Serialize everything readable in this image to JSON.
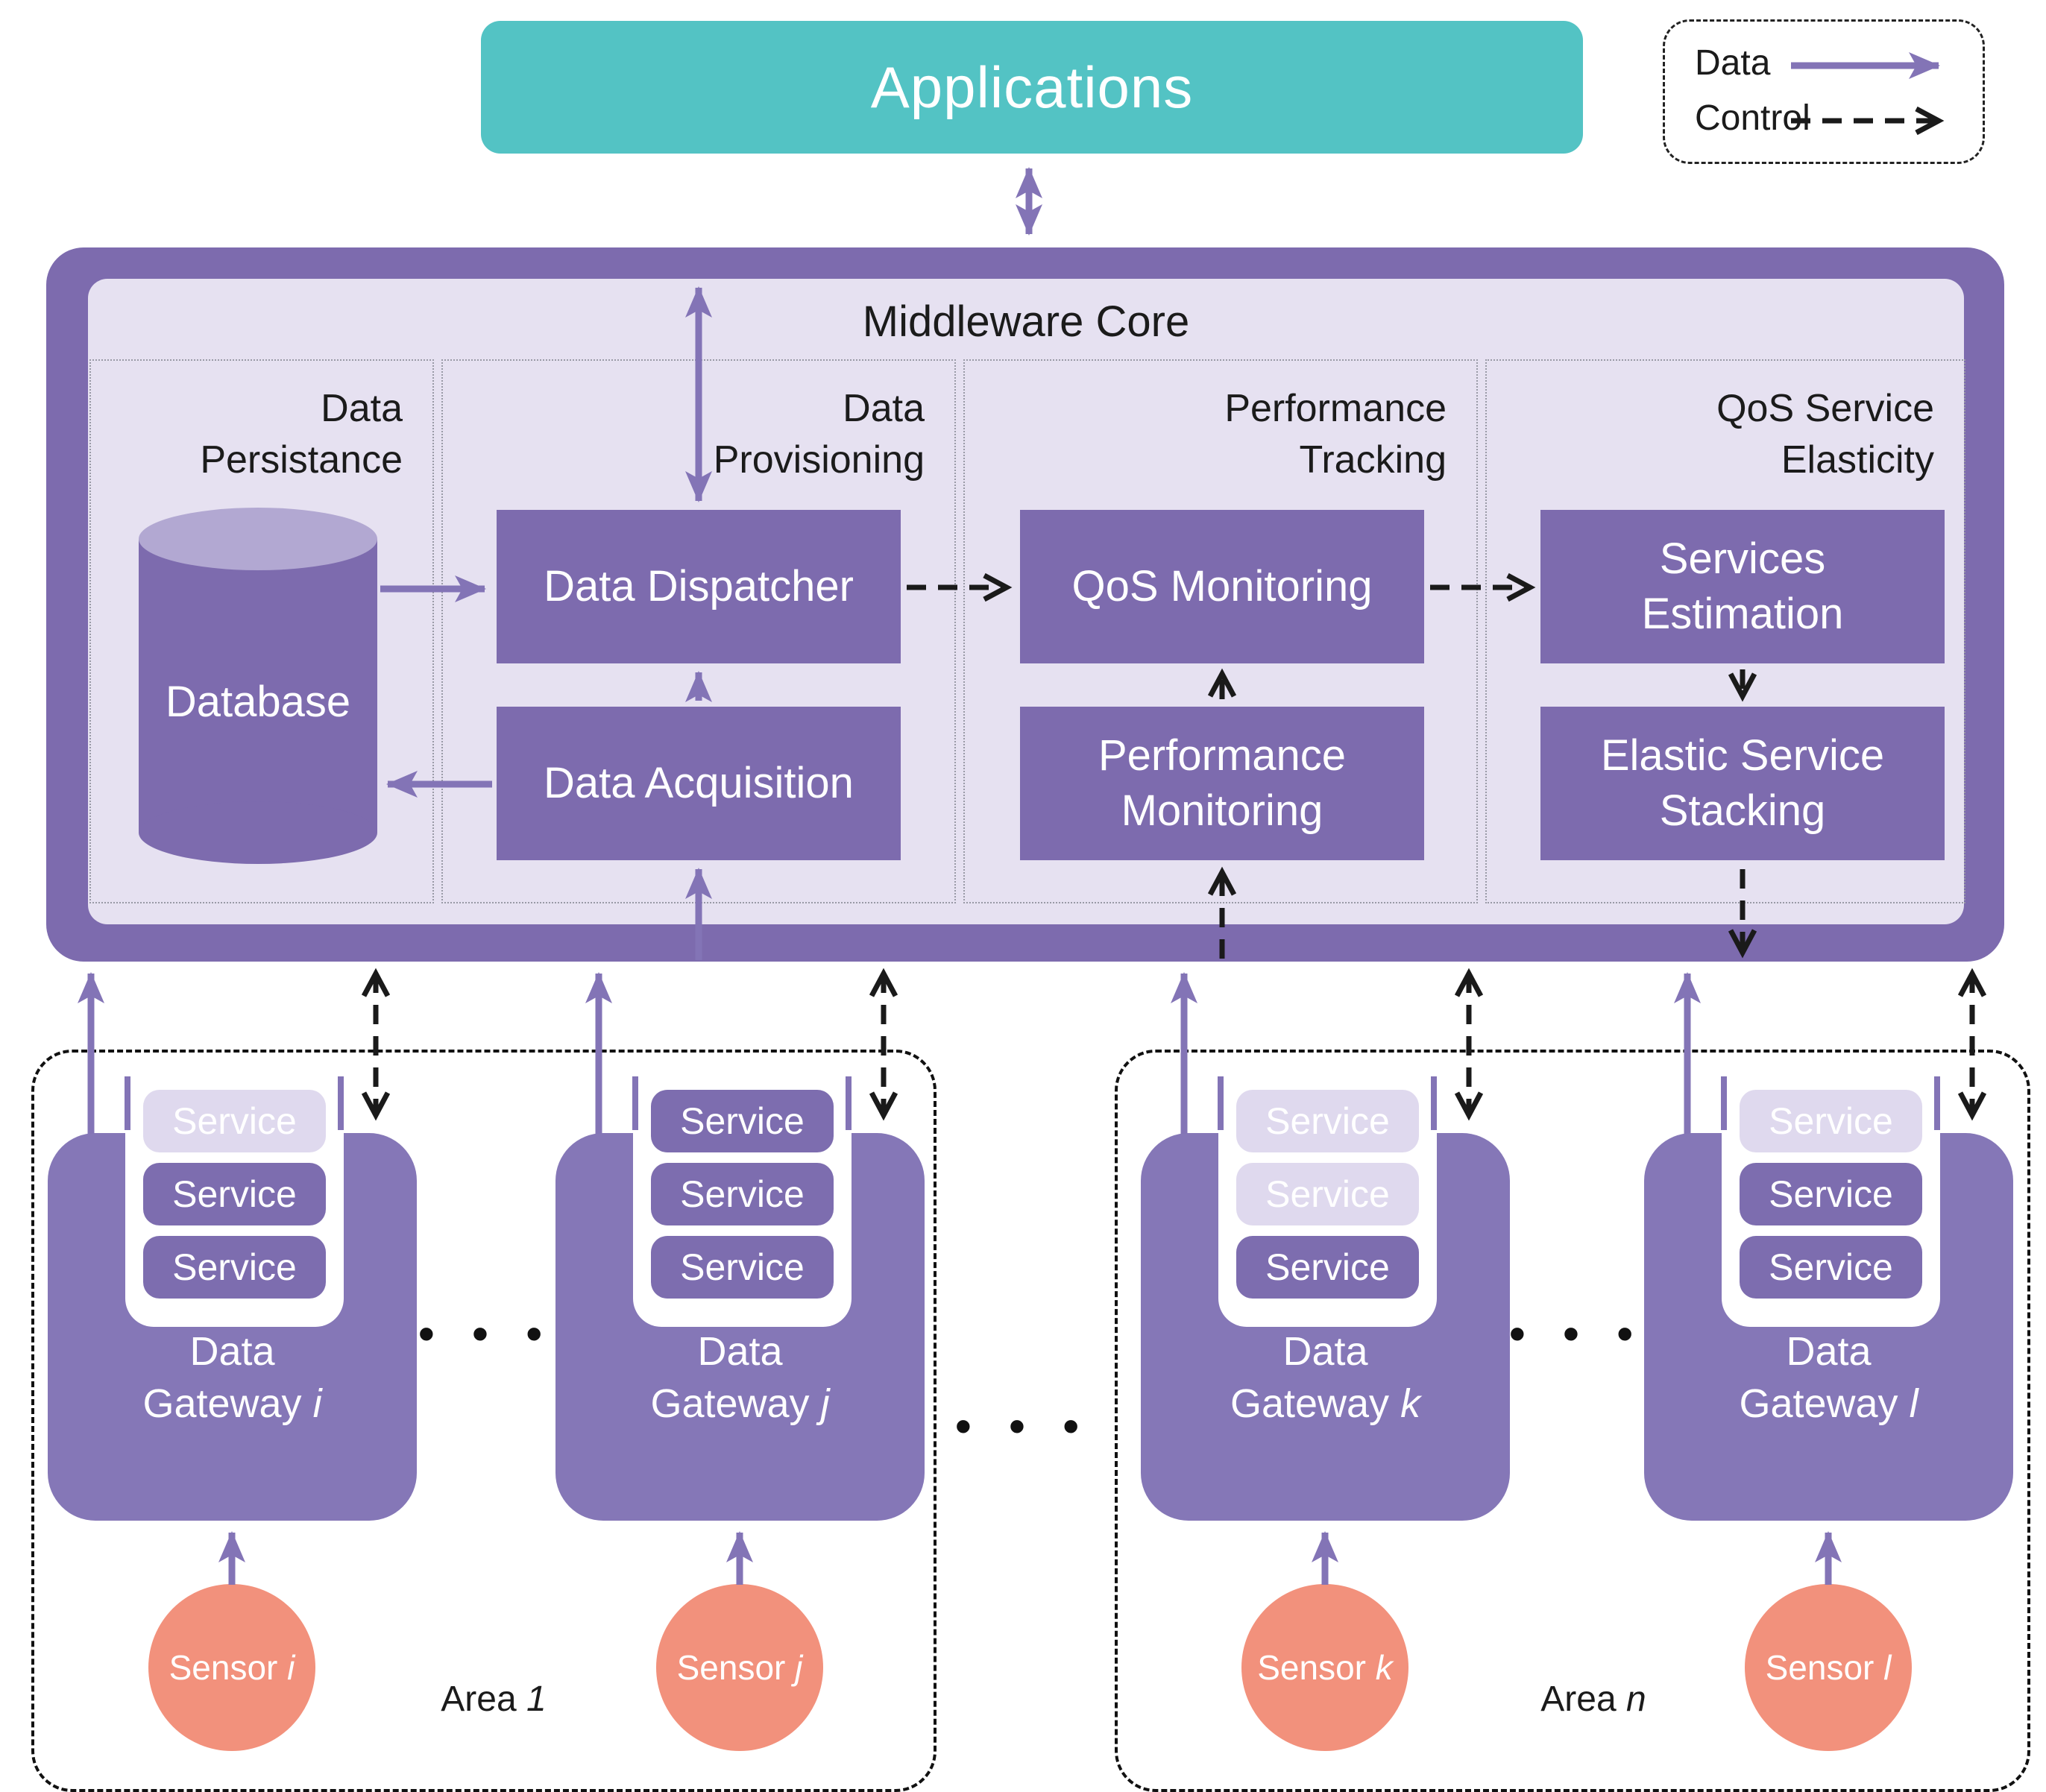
{
  "palette": {
    "teal": "#53C3C4",
    "frame_purple": "#7D6BAE",
    "box_purple": "#7D6BAE",
    "gateway_purple": "#8577B7",
    "panel_lavender": "#E6E1F1",
    "pill_inactive": "#DFD9EE",
    "sensor_orange": "#F2917C",
    "arrow_data_purple": "#8374B6",
    "arrow_control_black": "#1a1a1a"
  },
  "applications": {
    "label": "Applications"
  },
  "legend": {
    "data_label": "Data",
    "control_label": "Control"
  },
  "middleware": {
    "title": "Middleware Core",
    "sections": [
      {
        "line1": "Data",
        "line2": "Persistance"
      },
      {
        "line1": "Data",
        "line2": "Provisioning"
      },
      {
        "line1": "Performance",
        "line2": "Tracking"
      },
      {
        "line1": "QoS Service",
        "line2": "Elasticity"
      }
    ],
    "database_label": "Database",
    "boxes": {
      "data_dispatcher": "Data Dispatcher",
      "data_acquisition": "Data Acquisition",
      "qos_monitoring": "QoS Monitoring",
      "performance_monitoring_line1": "Performance",
      "performance_monitoring_line2": "Monitoring",
      "services_estimation_line1": "Services",
      "services_estimation_line2": "Estimation",
      "elastic_service_stacking_line1": "Elastic Service",
      "elastic_service_stacking_line2": "Stacking"
    }
  },
  "areas": [
    {
      "label_prefix": "Area",
      "label_var": "1",
      "gateways": [
        {
          "name_line1": "Data",
          "name_line2": "Gateway",
          "var": "i",
          "services": [
            {
              "label": "Service",
              "active": false
            },
            {
              "label": "Service",
              "active": true
            },
            {
              "label": "Service",
              "active": true
            }
          ],
          "sensor_prefix": "Sensor",
          "sensor_var": "i"
        },
        {
          "name_line1": "Data",
          "name_line2": "Gateway",
          "var": "j",
          "services": [
            {
              "label": "Service",
              "active": true
            },
            {
              "label": "Service",
              "active": true
            },
            {
              "label": "Service",
              "active": true
            }
          ],
          "sensor_prefix": "Sensor",
          "sensor_var": "j"
        }
      ]
    },
    {
      "label_prefix": "Area",
      "label_var": "n",
      "gateways": [
        {
          "name_line1": "Data",
          "name_line2": "Gateway",
          "var": "k",
          "services": [
            {
              "label": "Service",
              "active": false
            },
            {
              "label": "Service",
              "active": false
            },
            {
              "label": "Service",
              "active": true
            }
          ],
          "sensor_prefix": "Sensor",
          "sensor_var": "k"
        },
        {
          "name_line1": "Data",
          "name_line2": "Gateway",
          "var": "l",
          "services": [
            {
              "label": "Service",
              "active": false
            },
            {
              "label": "Service",
              "active": true
            },
            {
              "label": "Service",
              "active": true
            }
          ],
          "sensor_prefix": "Sensor",
          "sensor_var": "l"
        }
      ]
    }
  ],
  "decor": {
    "dots": "• • •"
  }
}
